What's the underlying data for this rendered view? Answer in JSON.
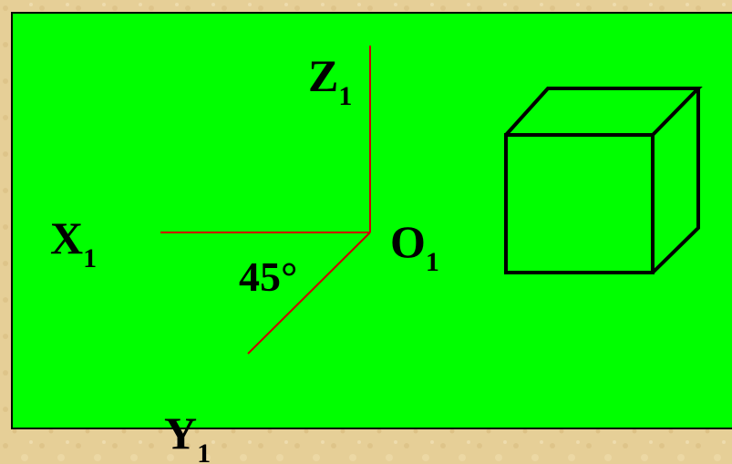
{
  "colors": {
    "background": "#e6cf97",
    "panel": "#00ff00",
    "panel_border": "#000000",
    "axis": "#cc0000",
    "cube": "#000000",
    "text": "#000000"
  },
  "labels": {
    "z": {
      "main": "Z",
      "sub": "1"
    },
    "x": {
      "main": "X",
      "sub": "1"
    },
    "origin": {
      "main": "O",
      "sub": "1"
    },
    "y": {
      "main": "Y",
      "sub": "1"
    },
    "angle": "45°"
  }
}
